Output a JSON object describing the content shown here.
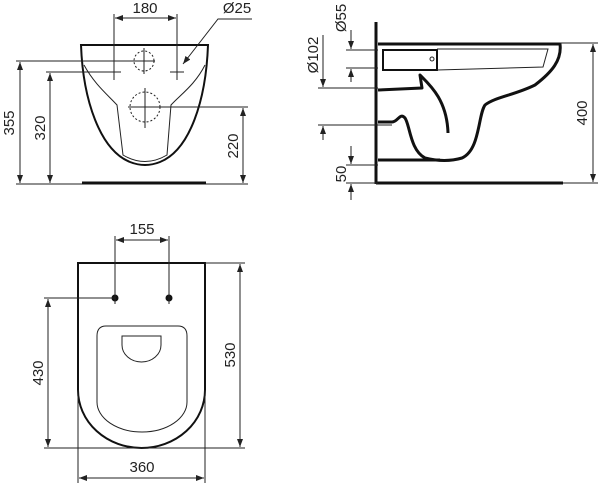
{
  "front_view": {
    "dim_bolt_spacing": "180",
    "dim_hole_diameter": "Ø25",
    "dim_total_height": "355",
    "dim_bolt_height": "320",
    "dim_outlet_height": "220"
  },
  "side_view": {
    "dim_inlet_diameter": "Ø55",
    "dim_outlet_diameter": "Ø102",
    "dim_floor_gap": "50",
    "dim_rim_height": "400"
  },
  "plan_view": {
    "dim_bolt_spacing": "155",
    "dim_bolt_to_front": "430",
    "dim_length": "530",
    "dim_width": "360"
  },
  "colors": {
    "line": "#222222",
    "background": "#ffffff"
  }
}
